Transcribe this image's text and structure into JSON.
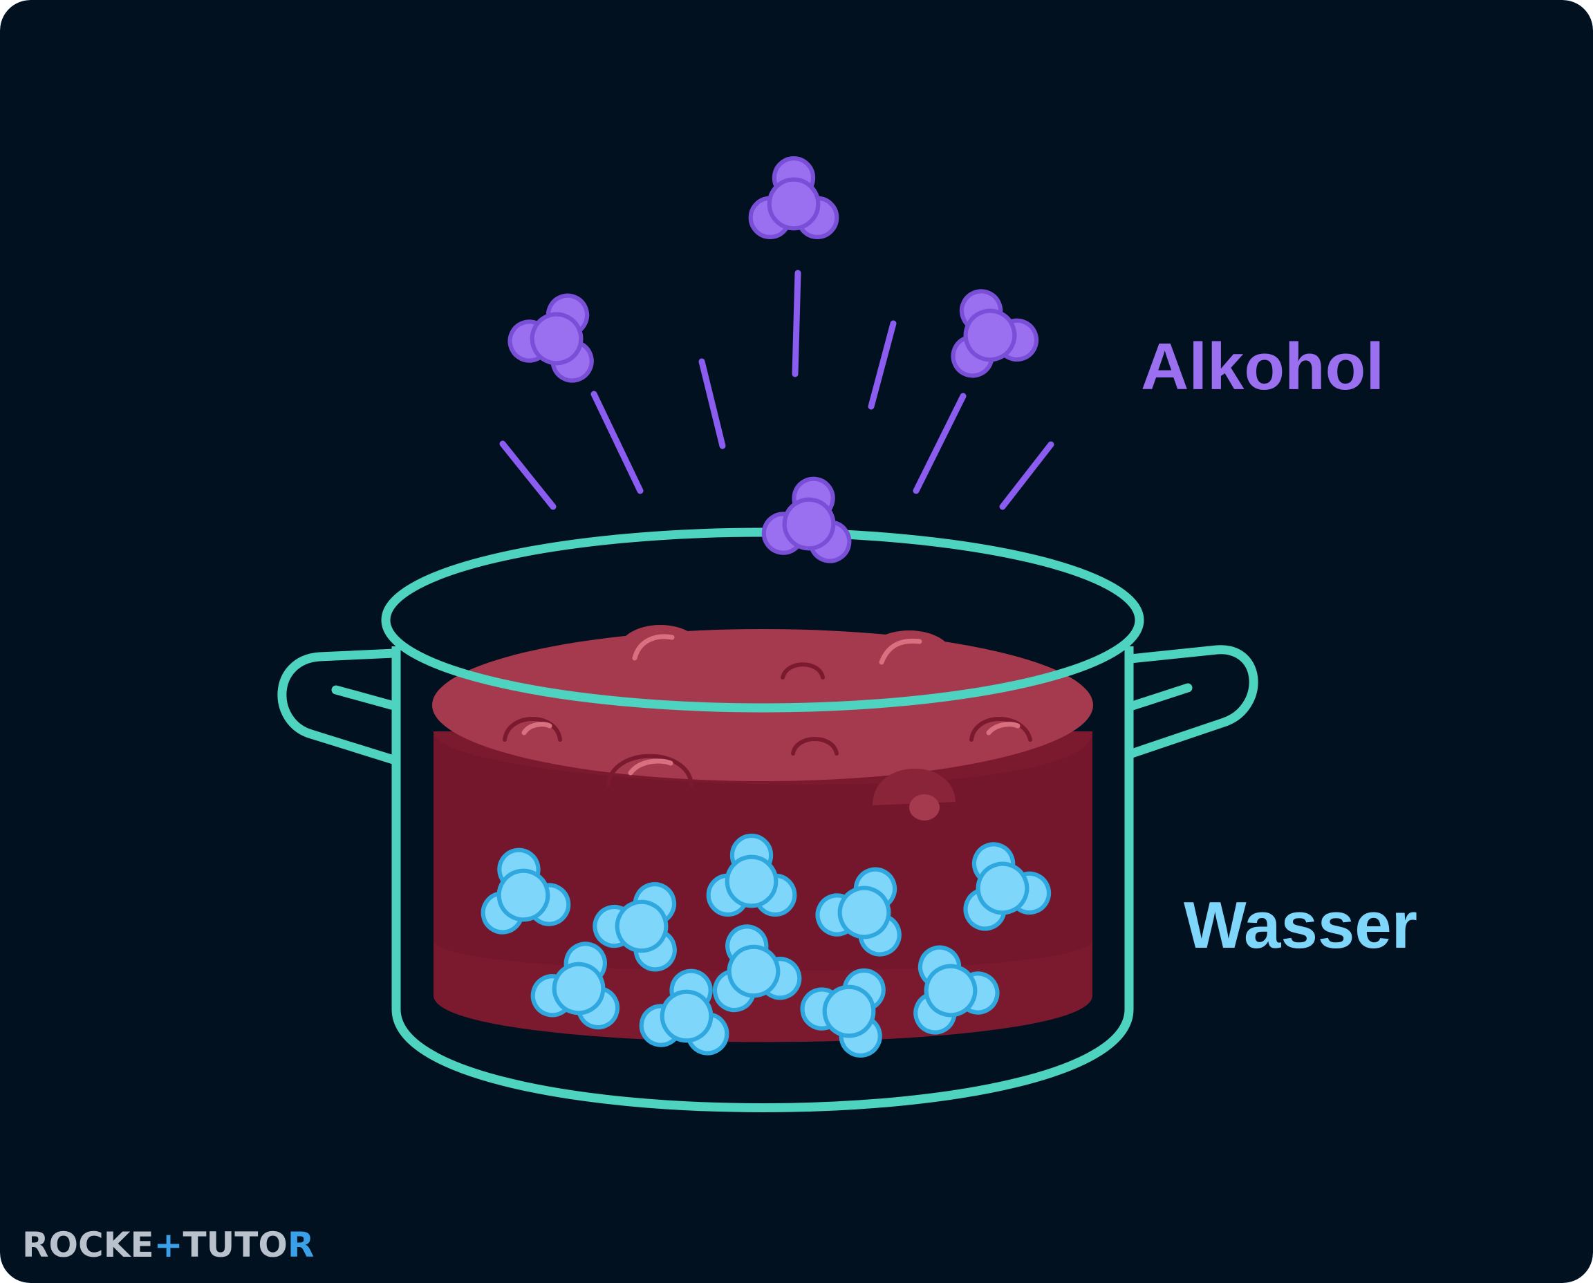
{
  "labels": {
    "alcohol": "Alkohol",
    "water": "Wasser"
  },
  "brand": {
    "part1": "ROCKE",
    "mark": "+",
    "part2": "TUTO",
    "tail": "R"
  },
  "colors": {
    "background": "#02111f",
    "pot_outline": "#4ed3c0",
    "liquid_top": "#a53a4f",
    "liquid_body": "#7b1a2e",
    "alcohol": "#9a6ff0",
    "alcohol_dark": "#7a4fd8",
    "water": "#7fd6fb",
    "water_dark": "#2fa8e0",
    "brand_text": "#b9c2cc",
    "brand_accent": "#3aa0e8"
  },
  "icons": {
    "alcohol_molecule": "molecule-cluster-icon",
    "water_molecule": "molecule-cluster-icon",
    "pot": "cooking-pot-icon"
  }
}
